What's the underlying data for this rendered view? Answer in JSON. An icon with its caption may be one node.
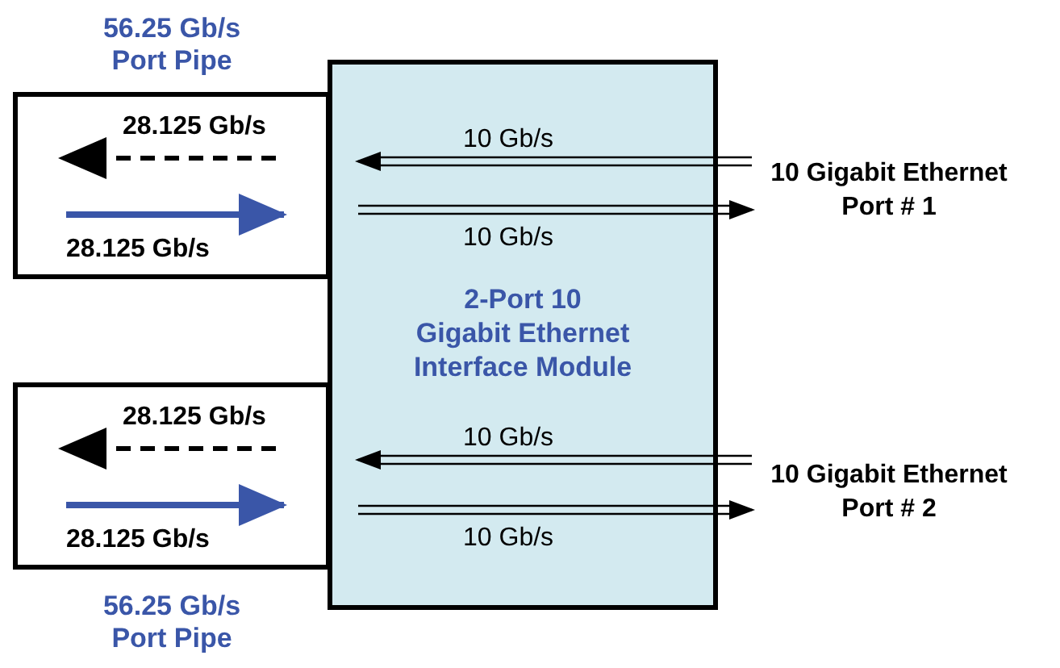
{
  "diagram": {
    "nodes": [
      {
        "text": [
          "2-Port 10 Gigabit Ethernet Interface Module"
        ]
      },
      {
        "text": [
          "56.25 Gb/s Port Pipe"
        ]
      },
      {
        "text": [
          "56.25 Gb/s Port Pipe"
        ]
      },
      {
        "text": [
          "10 Gigabit Ethernet Port # 1"
        ]
      },
      {
        "text": [
          "10 Gigabit Ethernet Port # 2"
        ]
      }
    ],
    "edges": [
      {
        "from": 3,
        "to": 0,
        "arrow": "to",
        "label": "10 Gb/s"
      },
      {
        "from": 0,
        "to": 3,
        "arrow": "to",
        "label": "10 Gb/s"
      },
      {
        "from": 4,
        "to": 0,
        "arrow": "to",
        "label": "10 Gb/s"
      },
      {
        "from": 0,
        "to": 4,
        "arrow": "to",
        "label": "10 Gb/s"
      }
    ],
    "labels": [
      "28.125 Gb/s",
      "28.125 Gb/s",
      "28.125 Gb/s",
      "28.125 Gb/s"
    ]
  }
}
